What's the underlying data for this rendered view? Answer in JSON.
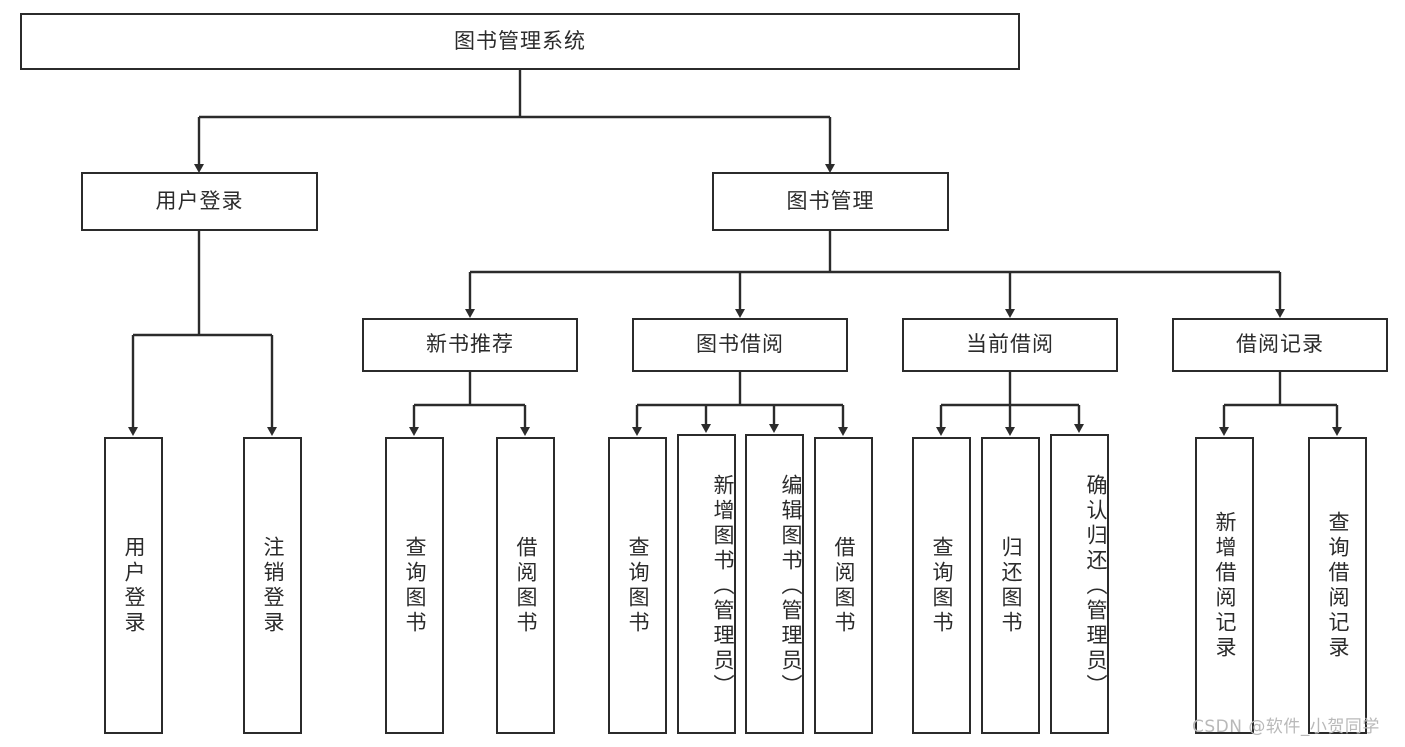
{
  "diagram": {
    "type": "hierarchy-tree",
    "title": "图书管理系统",
    "levels": 4,
    "root": {
      "id": "root",
      "label": "图书管理系统"
    },
    "level1": [
      {
        "id": "user-login",
        "label": "用户登录"
      },
      {
        "id": "book-management",
        "label": "图书管理"
      }
    ],
    "level2": [
      {
        "id": "new-book-recommend",
        "label": "新书推荐",
        "parent": "book-management"
      },
      {
        "id": "book-borrow",
        "label": "图书借阅",
        "parent": "book-management"
      },
      {
        "id": "current-borrow",
        "label": "当前借阅",
        "parent": "book-management"
      },
      {
        "id": "borrow-record",
        "label": "借阅记录",
        "parent": "book-management"
      }
    ],
    "leaves": {
      "user_login": [
        {
          "id": "leaf-user-login",
          "label": "用户登录"
        },
        {
          "id": "leaf-user-logout",
          "label": "注销登录"
        }
      ],
      "new_book_recommend": [
        {
          "id": "leaf-query-book-1",
          "label": "查询图书"
        },
        {
          "id": "leaf-borrow-book-1",
          "label": "借阅图书"
        }
      ],
      "book_borrow": [
        {
          "id": "leaf-query-book-2",
          "label": "查询图书"
        },
        {
          "id": "leaf-add-book",
          "label": "新增图书（管理员）"
        },
        {
          "id": "leaf-edit-book",
          "label": "编辑图书（管理员）"
        },
        {
          "id": "leaf-borrow-book-2",
          "label": "借阅图书"
        }
      ],
      "current_borrow": [
        {
          "id": "leaf-query-book-3",
          "label": "查询图书"
        },
        {
          "id": "leaf-return-book",
          "label": "归还图书"
        },
        {
          "id": "leaf-confirm-return",
          "label": "确认归还（管理员）"
        }
      ],
      "borrow_record": [
        {
          "id": "leaf-add-record",
          "label": "新增借阅记录"
        },
        {
          "id": "leaf-query-record",
          "label": "查询借阅记录"
        }
      ]
    }
  },
  "watermark": {
    "text": "CSDN @软件_小贺同学"
  },
  "colors": {
    "stroke": "#2b2b2b",
    "background": "#ffffff",
    "text": "#2b2b2b",
    "watermark": "#b9b9b9"
  }
}
